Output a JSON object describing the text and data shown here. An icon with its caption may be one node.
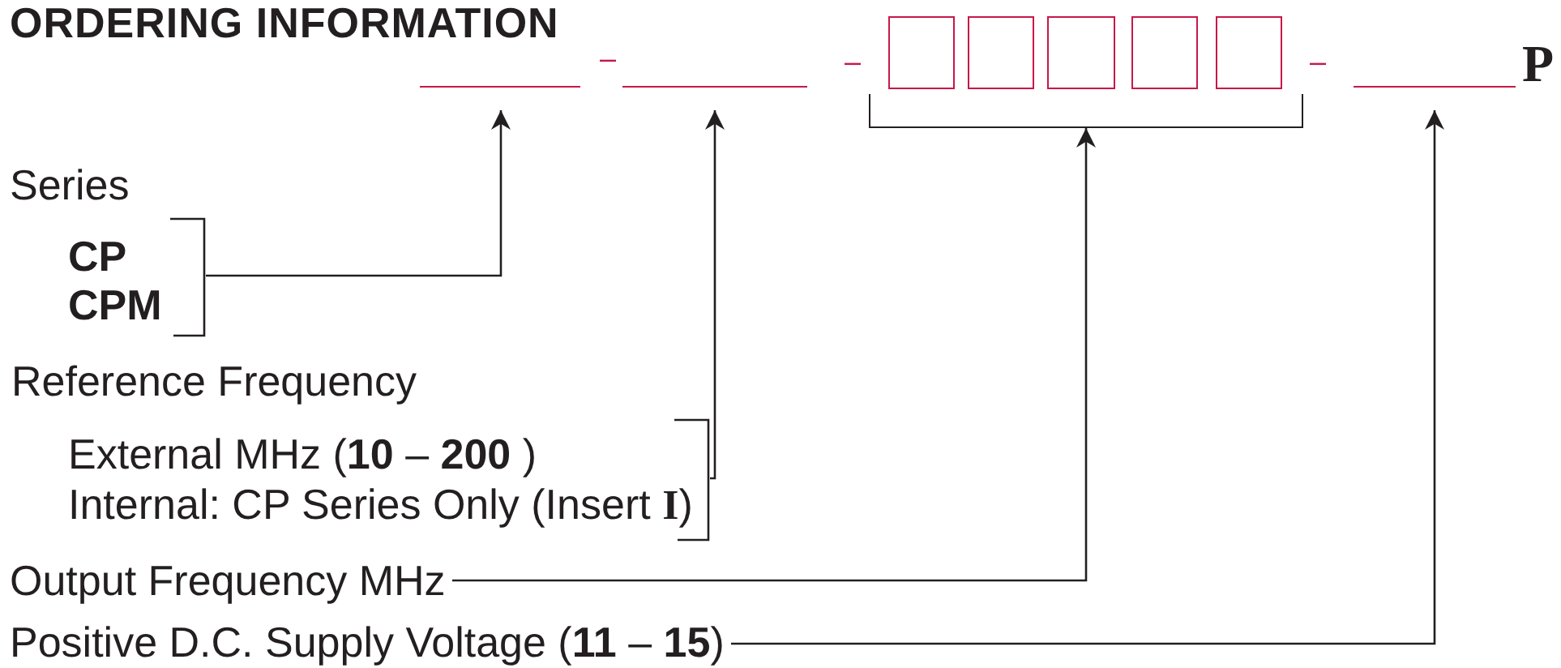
{
  "diagram": {
    "title": "ORDERING INFORMATION",
    "nodes": [
      {
        "text": [],
        "shape": "bar"
      },
      {
        "text": [],
        "shape": "bar"
      },
      {
        "text": [],
        "shape": "box"
      },
      {
        "text": [],
        "shape": "box"
      },
      {
        "text": [],
        "shape": "box"
      },
      {
        "text": [],
        "shape": "box"
      },
      {
        "text": [],
        "shape": "box"
      },
      {
        "text": [],
        "shape": "bracket"
      },
      {
        "text": [],
        "shape": "bar"
      },
      {
        "text": [
          "CP",
          "CPM"
        ]
      },
      {
        "text": [
          "External MHz (**10** – **200** )",
          "Internal: CP Series Only (Insert **I**)"
        ]
      },
      {
        "text": [
          "Output Frequency MHz"
        ]
      },
      {
        "text": [
          "Positive D.C. Supply Voltage (**11** – **15**)"
        ]
      }
    ],
    "edges": [
      {
        "from": 9,
        "to": 0,
        "arrow": "to"
      },
      {
        "from": 10,
        "to": 1,
        "arrow": "to"
      },
      {
        "from": 11,
        "to": 7,
        "arrow": "to"
      },
      {
        "from": 12,
        "to": 8,
        "arrow": "to"
      }
    ],
    "labels": [
      "–",
      "–",
      "–",
      "P",
      "Series",
      "Reference Frequency"
    ]
  }
}
